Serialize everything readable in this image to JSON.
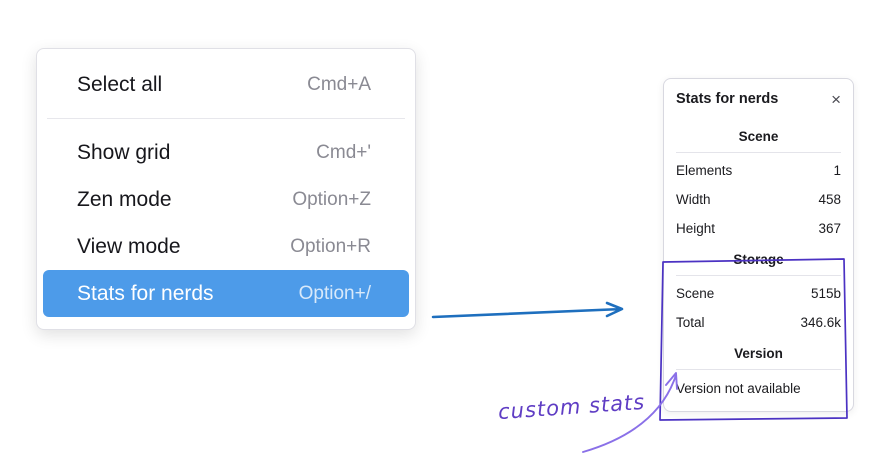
{
  "menu": {
    "items": [
      {
        "label": "Select all",
        "shortcut": "Cmd+A",
        "selected": false
      },
      {
        "label": "Show grid",
        "shortcut": "Cmd+'",
        "selected": false
      },
      {
        "label": "Zen mode",
        "shortcut": "Option+Z",
        "selected": false
      },
      {
        "label": "View mode",
        "shortcut": "Option+R",
        "selected": false
      },
      {
        "label": "Stats for nerds",
        "shortcut": "Option+/",
        "selected": true
      }
    ]
  },
  "stats": {
    "title": "Stats for nerds",
    "close": "×",
    "scene": {
      "header": "Scene",
      "rows": [
        {
          "label": "Elements",
          "value": "1"
        },
        {
          "label": "Width",
          "value": "458"
        },
        {
          "label": "Height",
          "value": "367"
        }
      ]
    },
    "storage": {
      "header": "Storage",
      "rows": [
        {
          "label": "Scene",
          "value": "515b"
        },
        {
          "label": "Total",
          "value": "346.6k"
        }
      ]
    },
    "version": {
      "header": "Version",
      "note": "Version not available"
    }
  },
  "annotation": {
    "label": "custom stats"
  },
  "colors": {
    "selected_item_bg": "#4d9be9",
    "flow_arrow": "#1e6fbe",
    "highlight_box": "#4b32c3",
    "annotation_arrow": "#8a70e8",
    "annotation_text": "#5f3dc4"
  }
}
